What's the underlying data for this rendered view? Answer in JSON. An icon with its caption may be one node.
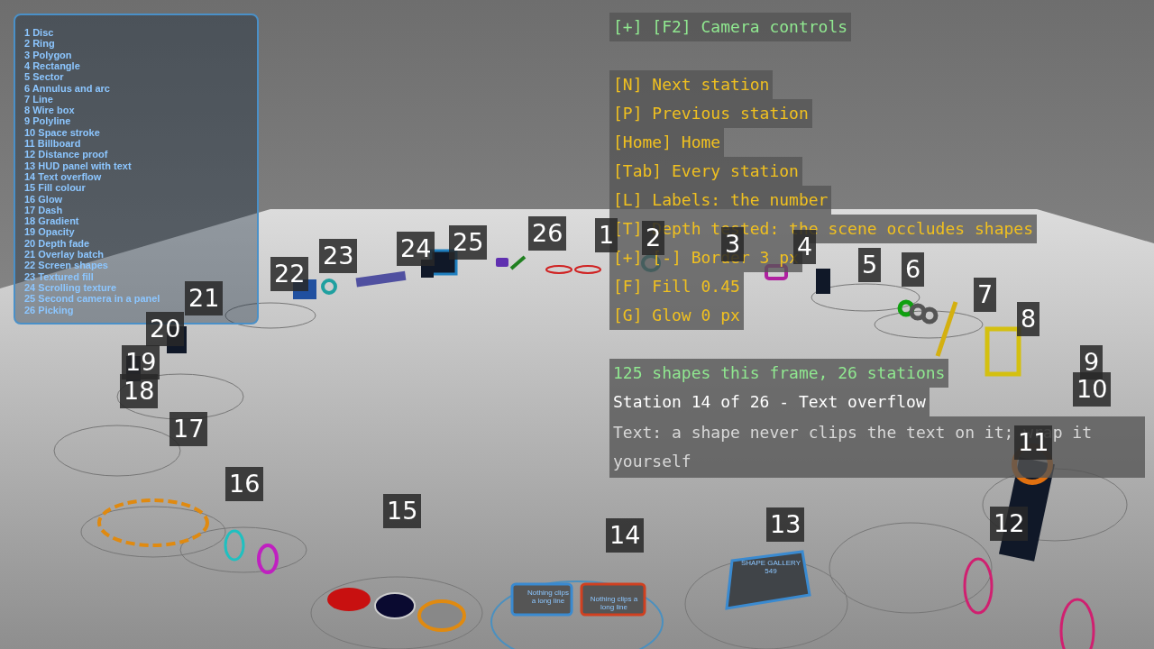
{
  "diagram": {
    "labels": [
      "1 Disc",
      "2 Ring",
      "3 Polygon",
      "4 Rectangle",
      "5 Sector",
      "6 Annulus and arc",
      "7 Line",
      "8 Wire box",
      "9 Polyline",
      "10 Space stroke",
      "11 Billboard",
      "12 Distance proof",
      "13 HUD panel with text",
      "14 Text overflow",
      "15 Fill colour",
      "16 Glow",
      "17 Dash",
      "18 Gradient",
      "19 Opacity",
      "20 Depth fade",
      "21 Overlay batch",
      "22 Screen shapes",
      "23 Textured fill",
      "24 Scrolling texture",
      "25 Second camera in a panel",
      "26 Picking",
      "[+] [F2] Camera controls",
      "[N] Next station",
      "[P] Previous station",
      "[Home] Home",
      "[Tab] Every station",
      "[L] Labels: the number",
      "[T] Depth tested: the scene occludes shapes",
      "[+] [-] Border 3 px",
      "[F] Fill 0.45",
      "[G] Glow 0 px",
      "125 shapes this frame, 26 stations",
      "Station 14 of 26 - Text overflow",
      "Text: a shape never clips the text on it; wrap it yourself",
      "26",
      "1",
      "2",
      "25",
      "3",
      "4",
      "24",
      "23",
      "5",
      "6",
      "22",
      "7",
      "21",
      "8",
      "20",
      "19",
      "9",
      "10",
      "18",
      "17",
      "11",
      "16",
      "15",
      "13",
      "12",
      "14",
      "Nothing clips a long line",
      "Nothing clips a long line",
      "SHAPE GALLERY 549"
    ]
  }
}
